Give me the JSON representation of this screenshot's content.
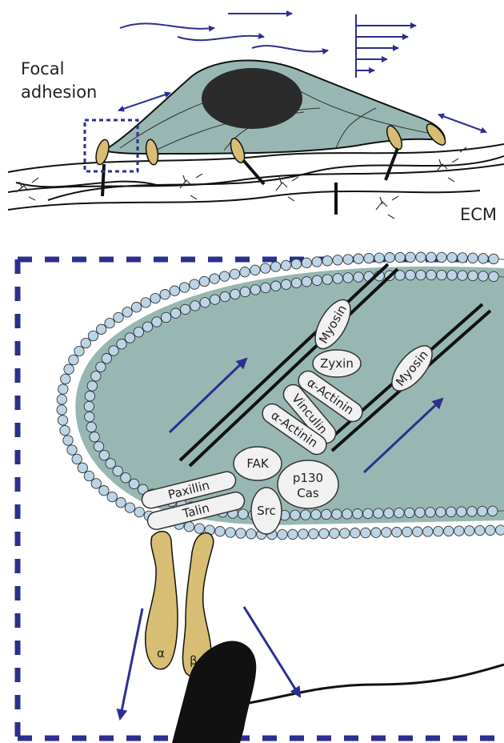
{
  "labels": {
    "focal": "Focal",
    "adhesion": "adhesion",
    "ecm": "ECM"
  },
  "proteins": {
    "myosin_left": "Myosin",
    "myosin_right": "Myosin",
    "zyxin": "Zyxin",
    "alpha_actinin_1": "α-Actinin",
    "vinculin": "Vinculin",
    "alpha_actinin_2": "α-Actinin",
    "fak": "FAK",
    "p130": "p130",
    "cas": "Cas",
    "src": "Src",
    "paxillin": "Paxillin",
    "talin": "Talin"
  },
  "integrin": {
    "alpha": "α",
    "beta": "β"
  },
  "colors": {
    "cytoplasm": "#98b7b3",
    "nucleus": "#2b2b2b",
    "adhesion": "#d8bd74",
    "lipid_head": "#bcd5e6",
    "protein": "#f1f1f1",
    "arrow": "#2c2f8f",
    "frame": "#2c2f8f"
  }
}
